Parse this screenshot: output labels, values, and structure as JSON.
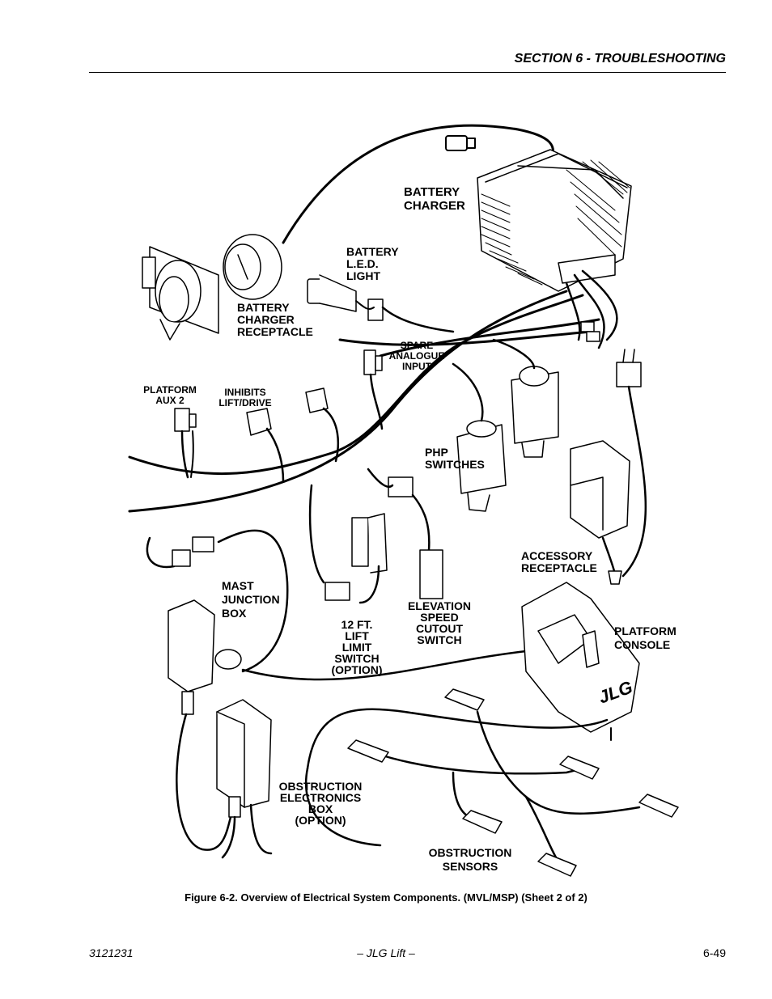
{
  "header": {
    "section": "SECTION 6 - TROUBLESHOOTING"
  },
  "labels": {
    "battery_charger": "BATTERY\nCHARGER",
    "battery_led_light": "BATTERY\nL.E.D.\nLIGHT",
    "battery_charger_receptacle": "BATTERY\nCHARGER\nRECEPTACLE",
    "spare_analogue_input": "SPARE\nANALOGUE\nINPUT",
    "platform_aux2": "PLATFORM\nAUX 2",
    "inhibits_lift_drive": "INHIBITS\nLIFT/DRIVE",
    "php_switches": "PHP\nSWITCHES",
    "accessory_receptacle": "ACCESSORY\nRECEPTACLE",
    "mast_junction_box": "MAST\nJUNCTION\nBOX",
    "lift_limit_switch": "12 FT.\nLIFT\nLIMIT\nSWITCH\n(OPTION)",
    "elevation_speed_cutout": "ELEVATION\nSPEED\nCUTOUT\nSWITCH",
    "platform_console": "PLATFORM\nCONSOLE",
    "console_logo": "JLG",
    "obstruction_electronics_box": "OBSTRUCTION\nELECTRONICS\nBOX\n(OPTION)",
    "obstruction_sensors": "OBSTRUCTION\nSENSORS"
  },
  "caption": "Figure 6-2. Overview of Electrical System Components. (MVL/MSP) (Sheet 2 of 2)",
  "footer": {
    "doc_number": "3121231",
    "company": "– JLG Lift –",
    "page": "6-49"
  }
}
